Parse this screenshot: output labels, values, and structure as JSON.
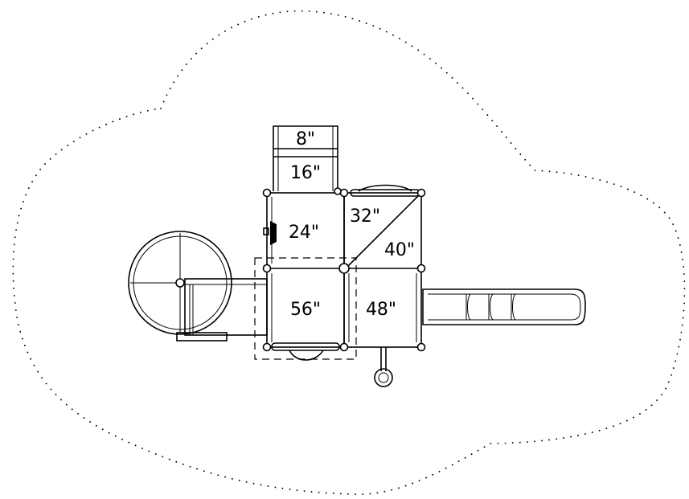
{
  "colors": {
    "line": "#000000",
    "background": "#ffffff"
  },
  "deck_labels": {
    "step_8": "8\"",
    "step_16": "16\"",
    "deck_24": "24\"",
    "deck_32": "32\"",
    "deck_40": "40\"",
    "deck_48": "48\"",
    "deck_56": "56\""
  }
}
